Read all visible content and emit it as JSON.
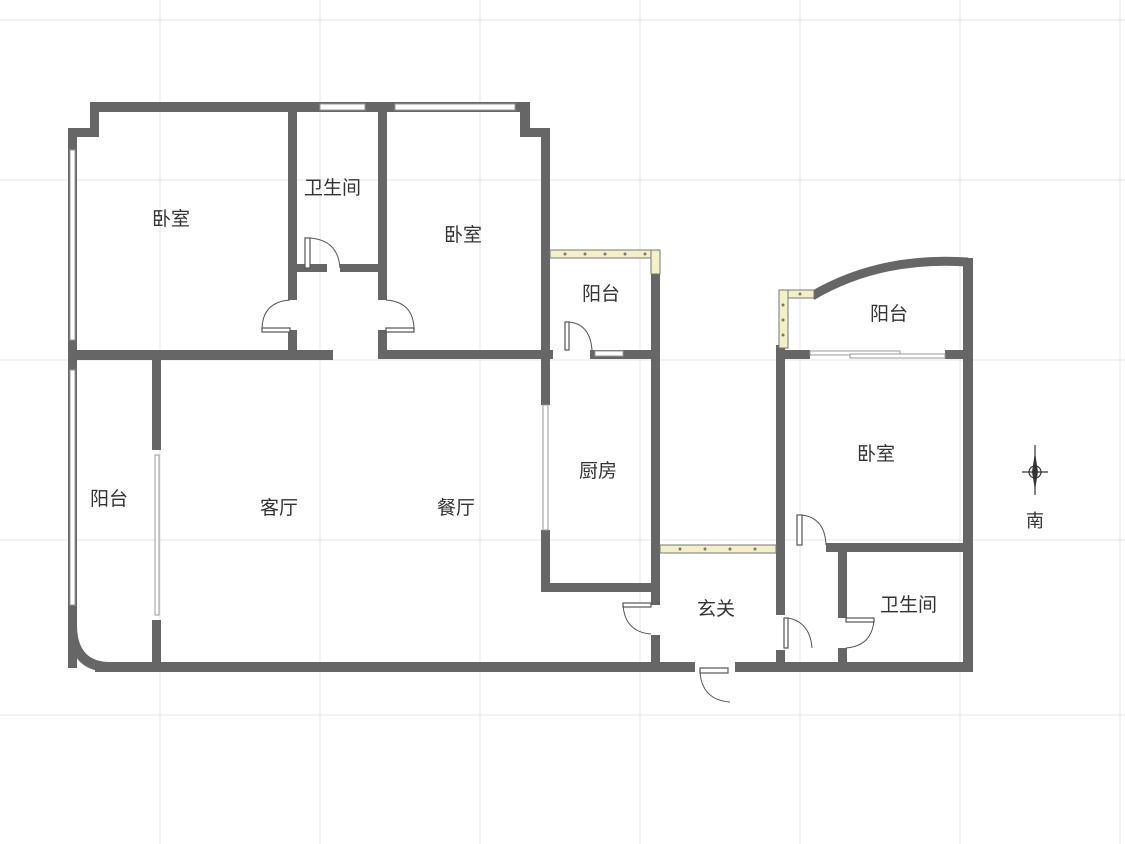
{
  "rooms": {
    "bedroom_nw": "卧室",
    "bathroom_n": "卫生间",
    "bedroom_n": "卧室",
    "balcony_kitchen": "阳台",
    "balcony_east": "阳台",
    "balcony_west": "阳台",
    "living_room": "客厅",
    "dining_room": "餐厅",
    "kitchen": "厨房",
    "bedroom_east": "卧室",
    "entrance": "玄关",
    "bathroom_east": "卫生间"
  },
  "compass": {
    "label": "南",
    "icon": "compass-arrow-icon"
  },
  "colors": {
    "wall": "#666666",
    "grid": "#e6e6e6",
    "railing": "#f3f0c8"
  }
}
